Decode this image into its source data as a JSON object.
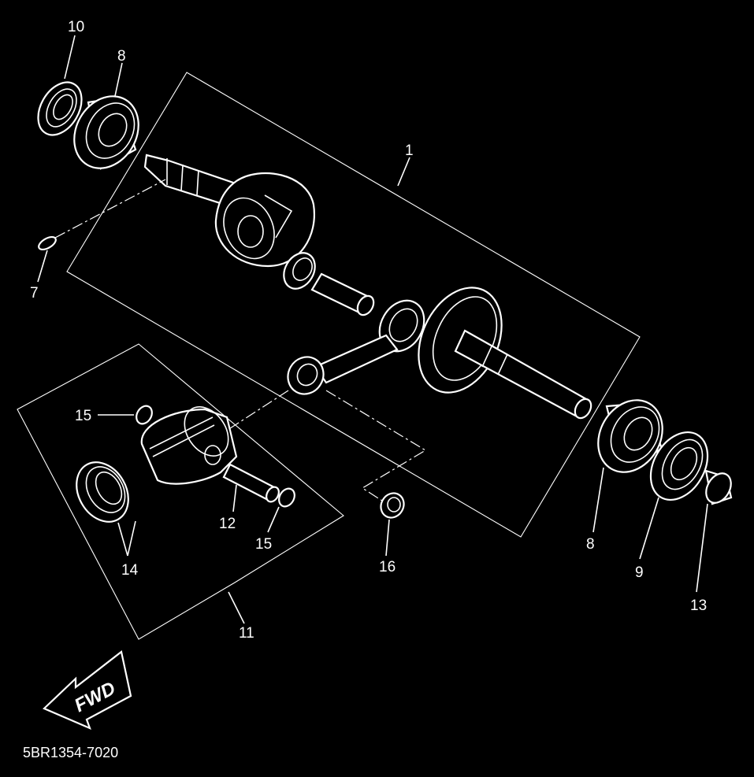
{
  "diagram": {
    "drawing_code": "5BR1354-7020",
    "direction_arrow": "FWD",
    "background": "#000000",
    "line_color": "#ffffff"
  },
  "callouts": [
    {
      "id": "c1",
      "text": "1"
    },
    {
      "id": "c7",
      "text": "7"
    },
    {
      "id": "c8a",
      "text": "8"
    },
    {
      "id": "c8b",
      "text": "8"
    },
    {
      "id": "c9",
      "text": "9"
    },
    {
      "id": "c10",
      "text": "10"
    },
    {
      "id": "c11",
      "text": "11"
    },
    {
      "id": "c12",
      "text": "12"
    },
    {
      "id": "c13",
      "text": "13"
    },
    {
      "id": "c14",
      "text": "14"
    },
    {
      "id": "c15a",
      "text": "15"
    },
    {
      "id": "c15b",
      "text": "15"
    },
    {
      "id": "c16",
      "text": "16"
    }
  ]
}
